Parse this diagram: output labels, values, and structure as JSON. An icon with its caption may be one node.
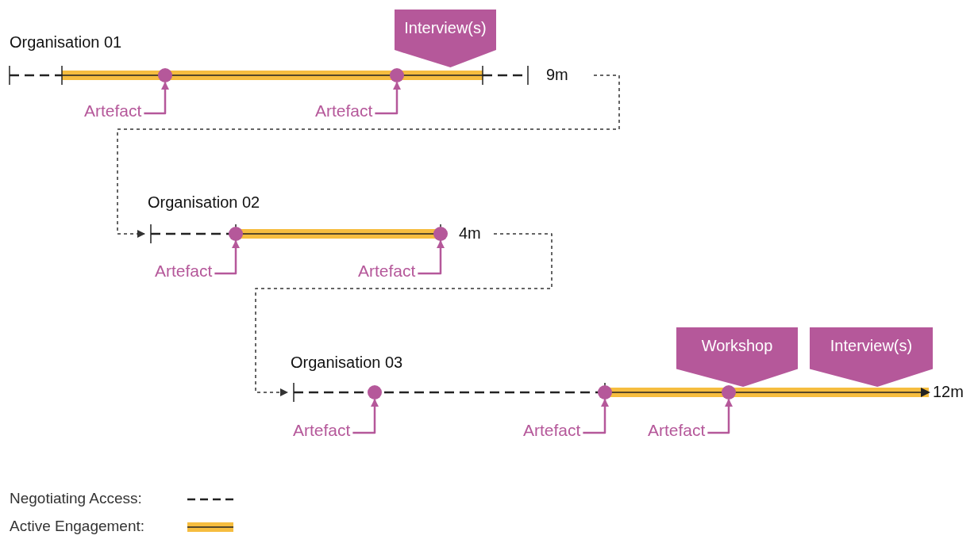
{
  "diagram": {
    "nodes": [
      {
        "text": [
          "Organisation 01"
        ],
        "beside": [
          "9m"
        ]
      },
      {
        "text": [],
        "shape": "circle",
        "in": 0
      },
      {
        "text": [],
        "shape": "circle",
        "in": 0
      },
      {
        "text": [
          "Interview(s)"
        ]
      },
      {
        "text": [
          "Artefact"
        ]
      },
      {
        "text": [
          "Artefact"
        ]
      },
      {
        "text": [
          "Organisation 02"
        ],
        "beside": [
          "4m"
        ]
      },
      {
        "text": [],
        "shape": "circle",
        "in": 6
      },
      {
        "text": [],
        "shape": "circle",
        "in": 6
      },
      {
        "text": [
          "Artefact"
        ]
      },
      {
        "text": [
          "Artefact"
        ]
      },
      {
        "text": [
          "Organisation 03"
        ],
        "beside": [
          "12m"
        ]
      },
      {
        "text": [],
        "shape": "circle",
        "in": 11
      },
      {
        "text": [],
        "shape": "circle",
        "in": 11
      },
      {
        "text": [],
        "shape": "circle",
        "in": 11
      },
      {
        "text": [
          "Workshop"
        ]
      },
      {
        "text": [
          "Interview(s)"
        ]
      },
      {
        "text": [
          "Artefact"
        ]
      },
      {
        "text": [
          "Artefact"
        ]
      },
      {
        "text": [
          "Artefact"
        ]
      }
    ],
    "edges": [
      {
        "from": 4,
        "to": 1,
        "arrow": "to"
      },
      {
        "from": 5,
        "to": 2,
        "arrow": "to"
      },
      {
        "from": 0,
        "to": 6,
        "arrow": "to",
        "style": "dashed",
        "color": "#333333"
      },
      {
        "from": 9,
        "to": 7,
        "arrow": "to"
      },
      {
        "from": 10,
        "to": 8,
        "arrow": "to"
      },
      {
        "from": 6,
        "to": 11,
        "arrow": "to",
        "style": "dashed",
        "color": "#333333"
      },
      {
        "from": 17,
        "to": 12,
        "arrow": "to"
      },
      {
        "from": 18,
        "to": 13,
        "arrow": "to"
      },
      {
        "from": 19,
        "to": 14,
        "arrow": "to"
      }
    ],
    "legend": [
      {
        "text": "Negotiating Access:"
      },
      {
        "text": "Active Engagement:"
      }
    ]
  }
}
